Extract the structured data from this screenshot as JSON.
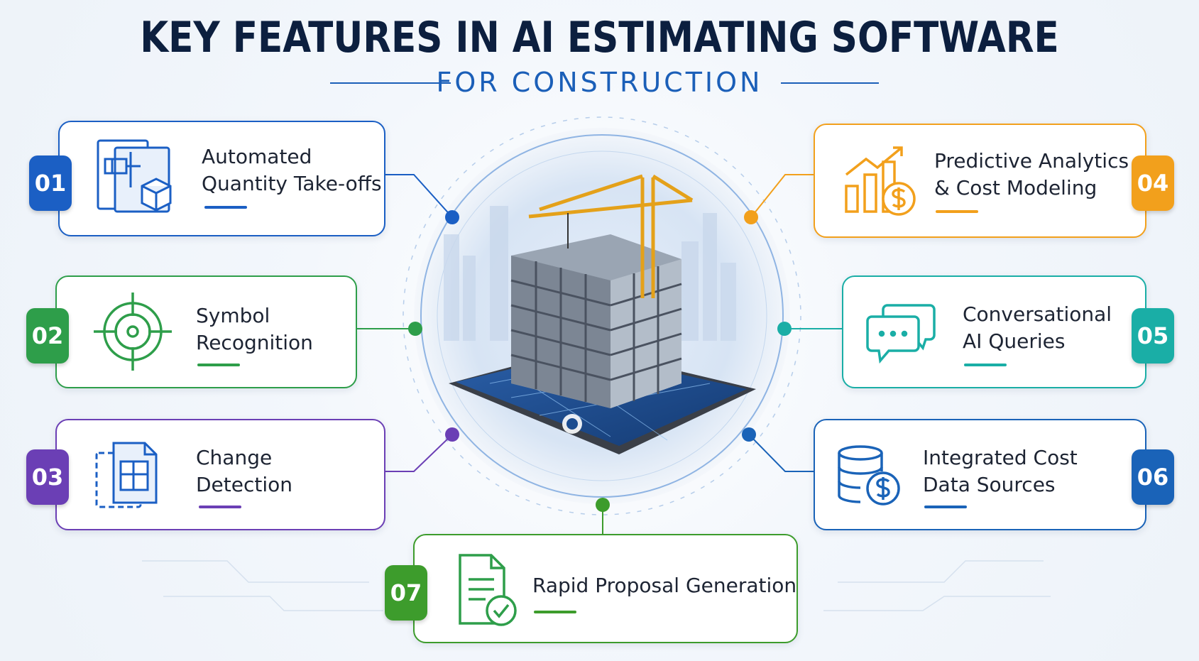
{
  "header": {
    "title": "KEY FEATURES IN AI ESTIMATING SOFTWARE",
    "subtitle": "FOR CONSTRUCTION"
  },
  "colors": {
    "blue": "#1b5fc4",
    "green": "#2e9e4a",
    "purple": "#6b3fb5",
    "orange": "#f2a01c",
    "teal": "#1aaea6",
    "blue_dark": "#1a63b8",
    "lime": "#3d9c2c",
    "navy": "#0c1f3f"
  },
  "features": [
    {
      "number": "01",
      "line1": "Automated",
      "line2": "Quantity Take-offs",
      "icon": "blueprint-cube-icon"
    },
    {
      "number": "02",
      "line1": "Symbol",
      "line2": "Recognition",
      "icon": "target-crosshair-icon"
    },
    {
      "number": "03",
      "line1": "Change",
      "line2": "Detection",
      "icon": "document-compare-icon"
    },
    {
      "number": "04",
      "line1": "Predictive Analytics",
      "line2": "& Cost Modeling",
      "icon": "chart-dollar-icon"
    },
    {
      "number": "05",
      "line1": "Conversational",
      "line2": "AI Queries",
      "icon": "chat-bubbles-icon"
    },
    {
      "number": "06",
      "line1": "Integrated Cost",
      "line2": "Data Sources",
      "icon": "database-dollar-icon"
    },
    {
      "number": "07",
      "line1": "Rapid Proposal Generation",
      "line2": "",
      "icon": "document-check-icon"
    }
  ]
}
